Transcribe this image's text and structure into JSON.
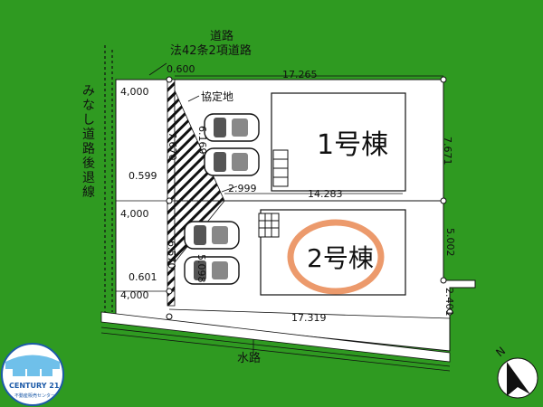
{
  "road": {
    "line1": "道路",
    "line2": "法42条2項道路"
  },
  "setback_label": [
    "み",
    "な",
    "し",
    "道",
    "路",
    "後",
    "退",
    "線"
  ],
  "agreement_label": "協定地",
  "waterway_label": "水路",
  "dims": {
    "setback_top": "0.600",
    "top_width": "17.265",
    "left_top": "4,000",
    "lot1_left_depth": "7.670",
    "parking_depth_1": "6.169",
    "lot1_right_depth": "7.671",
    "corner_1": "0.599",
    "corner_2": "2.999",
    "middle_width": "14.283",
    "left_mid": "4,000",
    "lot2_left_depth": "6.570",
    "parking_depth_2": "5.098",
    "lot2_right_depth": "5.002",
    "corner_3": "0.601",
    "left_bottom": "4,000",
    "lot2_right_lower": "2.401",
    "bottom_width": "17.319"
  },
  "buildings": {
    "b1": "1号棟",
    "b2": "2号棟"
  },
  "colors": {
    "ground": "#2f9a21",
    "site": "#ffffff",
    "highlight": "#ec9a6c"
  },
  "logo": {
    "brand": "CENTURY 21",
    "sub": "不動産販売センター"
  },
  "compass": {
    "label": "N"
  }
}
